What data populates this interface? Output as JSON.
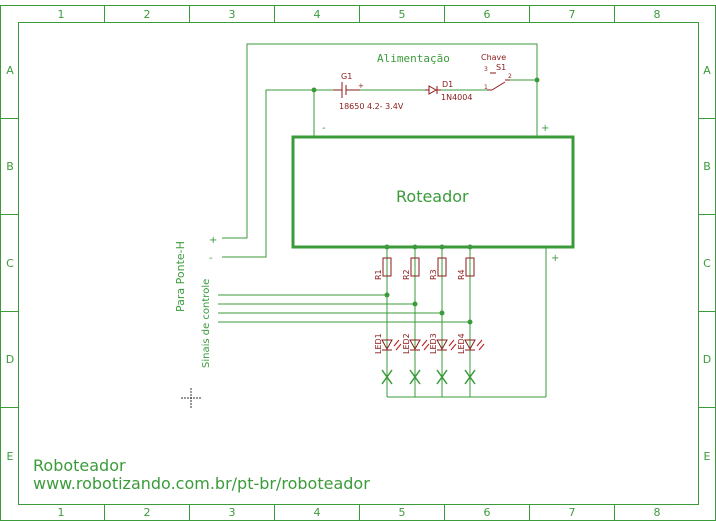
{
  "grid": {
    "columns": [
      "1",
      "2",
      "3",
      "4",
      "5",
      "6",
      "7",
      "8"
    ],
    "rows": [
      "A",
      "B",
      "C",
      "D",
      "E"
    ]
  },
  "power": {
    "title": "Alimentação",
    "battery_ref": "G1",
    "battery_value": "18650 4.2- 3.4V",
    "battery_plus": "+",
    "diode_ref": "D1",
    "diode_value": "1N4004",
    "switch_name": "Chave",
    "switch_ref": "S1",
    "switch_pin1": "1",
    "switch_pin2": "2",
    "switch_pin3": "3"
  },
  "router": {
    "label": "Roteador",
    "minus_label": "-",
    "plus_label": "+",
    "signal_plus": "+"
  },
  "bridge": {
    "label": "Para Ponte-H",
    "plus": "+",
    "minus": "-"
  },
  "signals": {
    "label": "Sinais de controle"
  },
  "resistors": [
    "R1",
    "R2",
    "R3",
    "R4"
  ],
  "leds": [
    "LED1",
    "LED2",
    "LED3",
    "LED4"
  ],
  "footer": {
    "title": "Roboteador",
    "url": "www.robotizando.com.br/pt-br/roboteador"
  }
}
